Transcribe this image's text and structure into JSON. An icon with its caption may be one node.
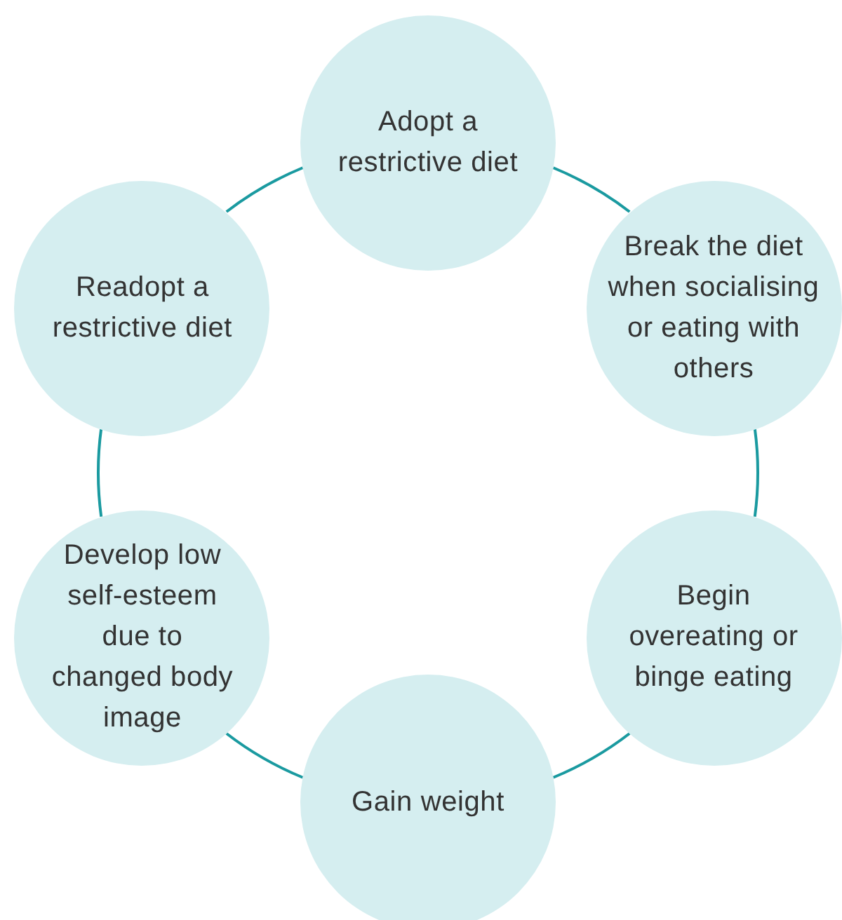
{
  "diagram": {
    "nodes": [
      {
        "text": [
          "Adopt a restrictive diet"
        ]
      },
      {
        "text": [
          "Break the diet when socialising or eating with others"
        ]
      },
      {
        "text": [
          "Begin overeating or binge eating"
        ]
      },
      {
        "text": [
          "Gain weight"
        ]
      },
      {
        "text": [
          "Develop low self-esteem due to changed body image"
        ]
      },
      {
        "text": [
          "Readopt a restrictive diet"
        ]
      }
    ],
    "edges": [
      {
        "from": 0,
        "to": 1,
        "arrow": "none"
      },
      {
        "from": 1,
        "to": 2,
        "arrow": "none"
      },
      {
        "from": 2,
        "to": 3,
        "arrow": "none"
      },
      {
        "from": 3,
        "to": 4,
        "arrow": "none"
      },
      {
        "from": 4,
        "to": 5,
        "arrow": "none"
      },
      {
        "from": 5,
        "to": 0,
        "arrow": "none"
      }
    ]
  }
}
